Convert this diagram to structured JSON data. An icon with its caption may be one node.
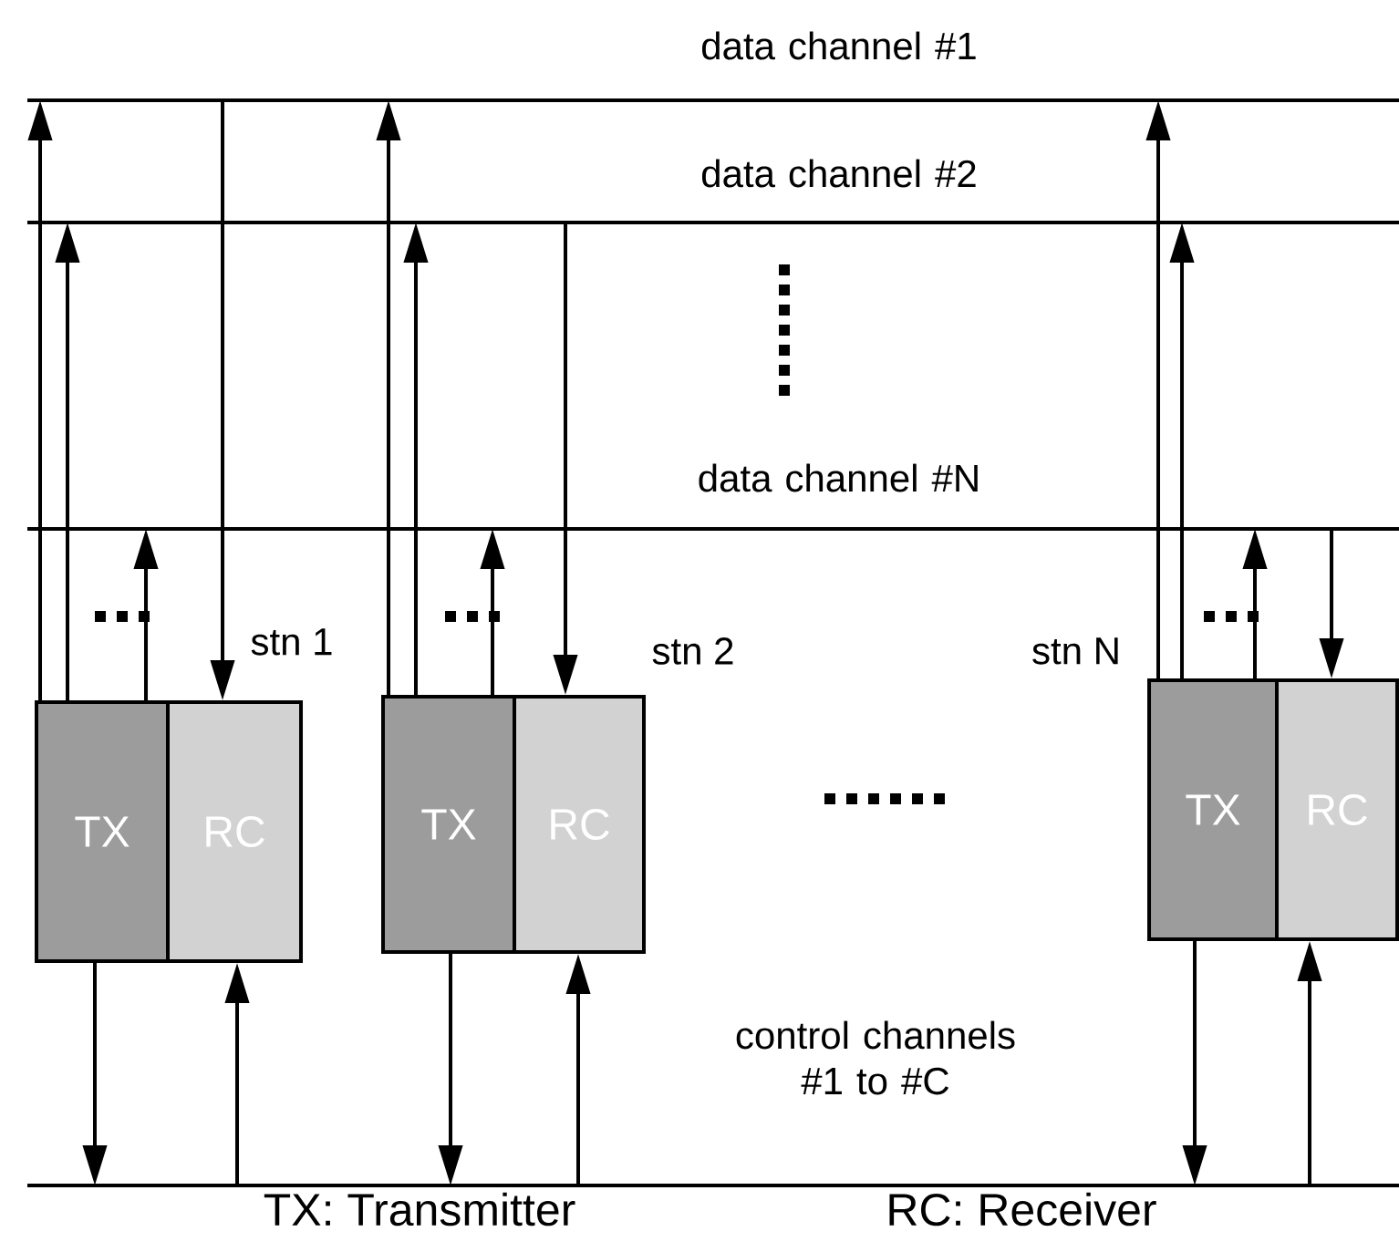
{
  "diagram": {
    "nodes": [
      {
        "text": [
          "data channel #1"
        ]
      },
      {
        "text": [
          "data channel #2"
        ]
      },
      {
        "text": [
          "data channel #N"
        ]
      },
      {
        "text": [
          "control channels #1 to #C"
        ]
      },
      {
        "text": [
          "TX"
        ]
      },
      {
        "text": [
          "RC"
        ],
        "beside": [
          "stn 1"
        ]
      },
      {
        "text": [
          "TX"
        ]
      },
      {
        "text": [
          "RC"
        ],
        "beside": [
          "stn 2"
        ]
      },
      {
        "text": [
          "TX"
        ],
        "beside": [
          "stn N"
        ]
      },
      {
        "text": [
          "RC"
        ]
      }
    ],
    "edges": [
      {
        "from": 4,
        "to": 0,
        "arrow": "to"
      },
      {
        "from": 4,
        "to": 1,
        "arrow": "to"
      },
      {
        "from": 4,
        "to": 2,
        "arrow": "to"
      },
      {
        "from": 0,
        "to": 5,
        "arrow": "to"
      },
      {
        "from": 4,
        "to": 3,
        "arrow": "to"
      },
      {
        "from": 3,
        "to": 5,
        "arrow": "to"
      },
      {
        "from": 6,
        "to": 0,
        "arrow": "to"
      },
      {
        "from": 6,
        "to": 1,
        "arrow": "to"
      },
      {
        "from": 6,
        "to": 2,
        "arrow": "to"
      },
      {
        "from": 1,
        "to": 7,
        "arrow": "to"
      },
      {
        "from": 6,
        "to": 3,
        "arrow": "to"
      },
      {
        "from": 3,
        "to": 7,
        "arrow": "to"
      },
      {
        "from": 8,
        "to": 0,
        "arrow": "to"
      },
      {
        "from": 8,
        "to": 1,
        "arrow": "to"
      },
      {
        "from": 8,
        "to": 2,
        "arrow": "to"
      },
      {
        "from": 2,
        "to": 9,
        "arrow": "to"
      },
      {
        "from": 8,
        "to": 3,
        "arrow": "to"
      },
      {
        "from": 3,
        "to": 9,
        "arrow": "to"
      }
    ],
    "labels": [
      "TX: Transmitter",
      "RC: Receiver"
    ]
  }
}
